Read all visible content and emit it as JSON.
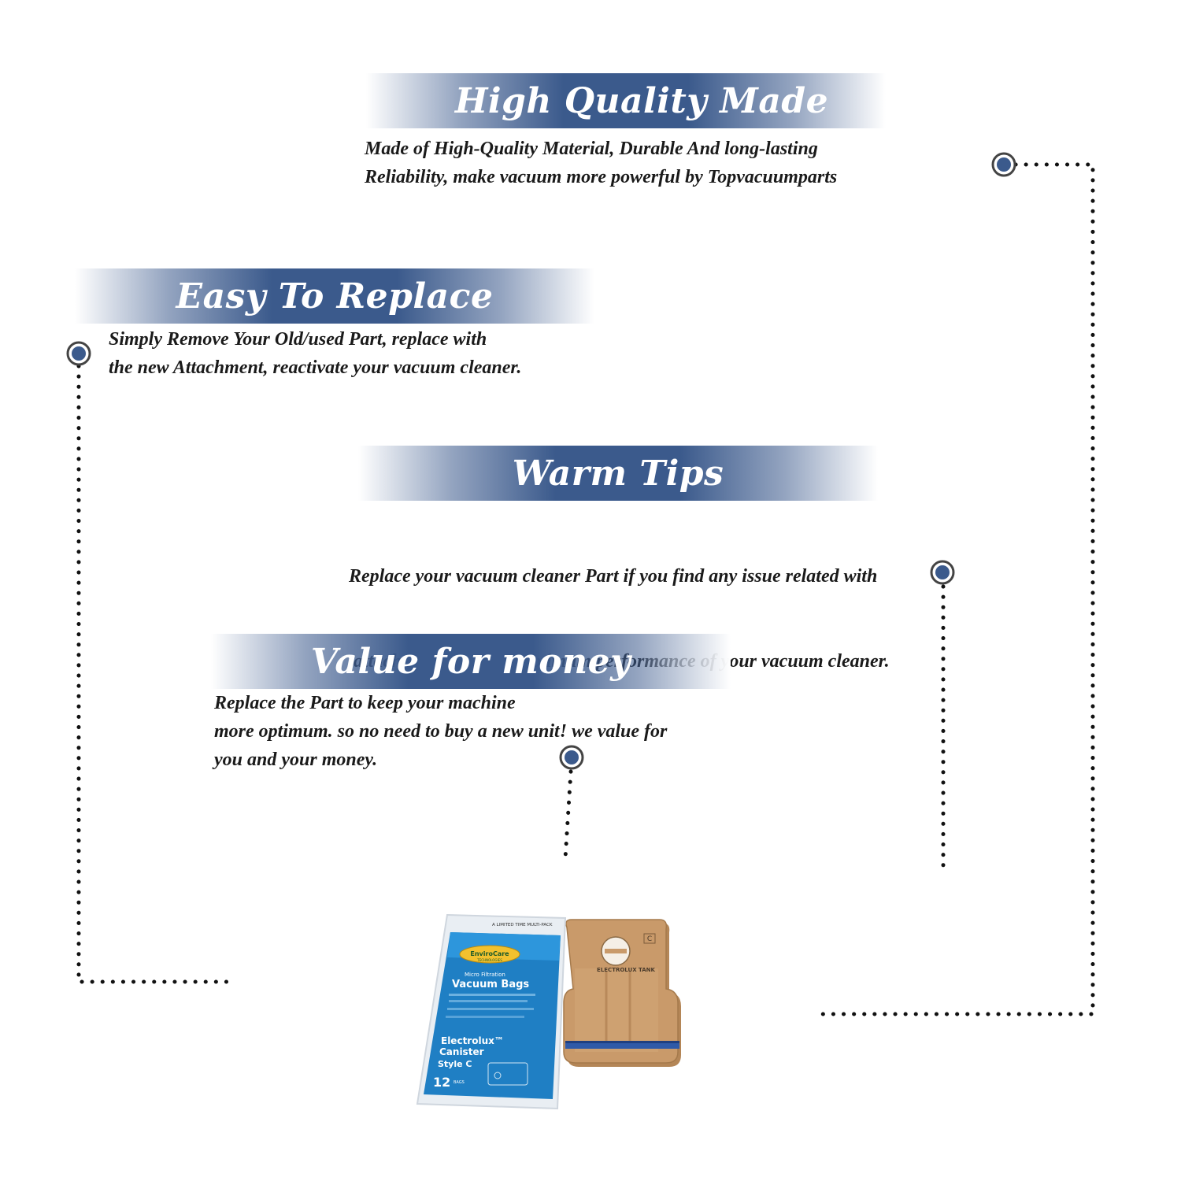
{
  "sections": [
    {
      "title": "High Quality Made",
      "lines": [
        "Made of  High-Quality Material, Durable And long-lasting",
        "Reliability, make vacuum more powerful by Topvacuumparts"
      ]
    },
    {
      "title": "Easy To Replace",
      "lines": [
        "Simply Remove Your Old/used Part, replace with",
        "the new Attachment, reactivate your vacuum cleaner."
      ]
    },
    {
      "title": "Warm Tips",
      "lines": [
        "Replace your vacuum cleaner Part if you find any issue related with",
        " attachment to ensure optimum performance of your vacuum cleaner."
      ]
    },
    {
      "title": "Value for money",
      "lines": [
        "Replace the Part to keep your machine",
        "more optimum. so no need to buy a new unit! we value for",
        "you and your money."
      ]
    }
  ],
  "product": {
    "package": {
      "top_text": "A LIMITED TIME MULTI-PACK",
      "brand": "EnviroCare",
      "brand_sub": "TECHNOLOGIES",
      "filtration": "Micro Filtration",
      "name": "Vacuum Bags",
      "model": "Electrolux™",
      "model_line2": "Canister",
      "style": "Style C",
      "count": "12",
      "count_label": "BAGS"
    },
    "bag_label": "ELECTROLUX TANK",
    "bag_letter": "C"
  },
  "colors": {
    "banner": "#3b5a8c",
    "text": "#1a1a1a",
    "marker": "#3b5a8c",
    "package_blue": "#1f7fc4",
    "bag_brown": "#c99a6a"
  }
}
